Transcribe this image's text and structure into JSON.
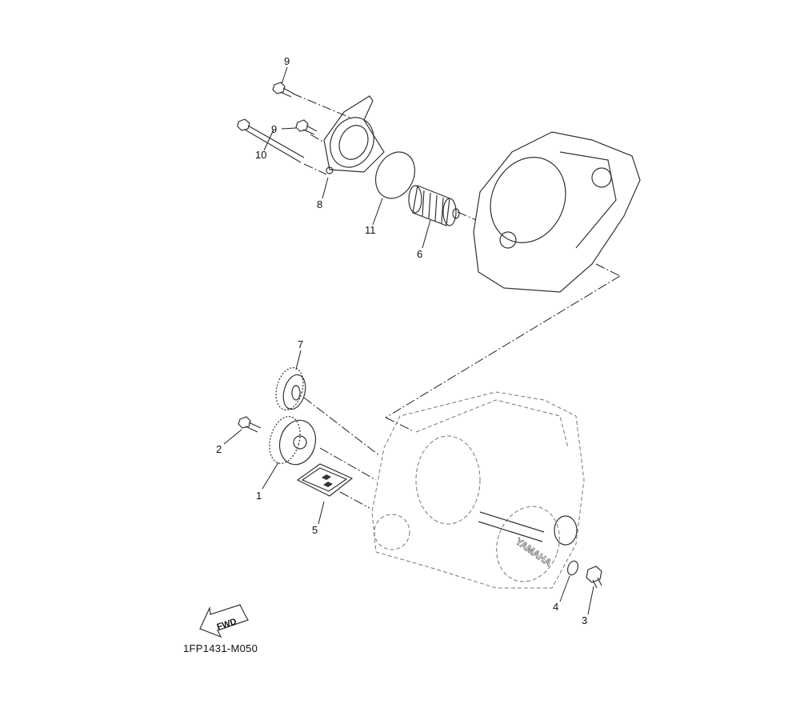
{
  "diagram": {
    "code": "1FP1431-M050",
    "fwd_label": "FWD",
    "brand_mark": "YAMAHA",
    "callouts": [
      {
        "id": "c9a",
        "text": "9"
      },
      {
        "id": "c9b",
        "text": "9"
      },
      {
        "id": "c10",
        "text": "10"
      },
      {
        "id": "c8",
        "text": "8"
      },
      {
        "id": "c11",
        "text": "11"
      },
      {
        "id": "c6",
        "text": "6"
      },
      {
        "id": "c7",
        "text": "7"
      },
      {
        "id": "c2",
        "text": "2"
      },
      {
        "id": "c1",
        "text": "1"
      },
      {
        "id": "c5",
        "text": "5"
      },
      {
        "id": "c4",
        "text": "4"
      },
      {
        "id": "c3",
        "text": "3"
      }
    ]
  }
}
